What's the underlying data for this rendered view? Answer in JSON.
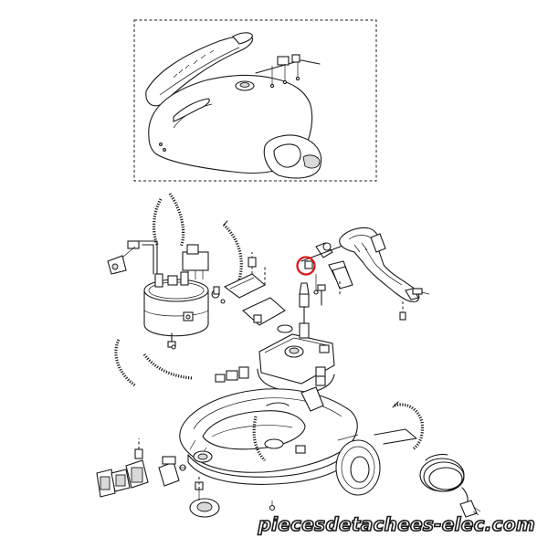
{
  "watermark": {
    "text": "piecesdetachees-elec.com"
  },
  "colors": {
    "line": "#1a1a1a",
    "highlight_circle": "#e0161b",
    "background": "#ffffff"
  },
  "callouts": {
    "highlighted_part": "red-circle-highlight"
  },
  "parts": [
    "handle-inset",
    "boiler",
    "pressure-switch",
    "steam-hose-coil",
    "base-housing",
    "cable-reel-cover",
    "power-cord-coil",
    "control-panel",
    "highlighted-valve",
    "handle-grip",
    "knob",
    "switch-set"
  ]
}
